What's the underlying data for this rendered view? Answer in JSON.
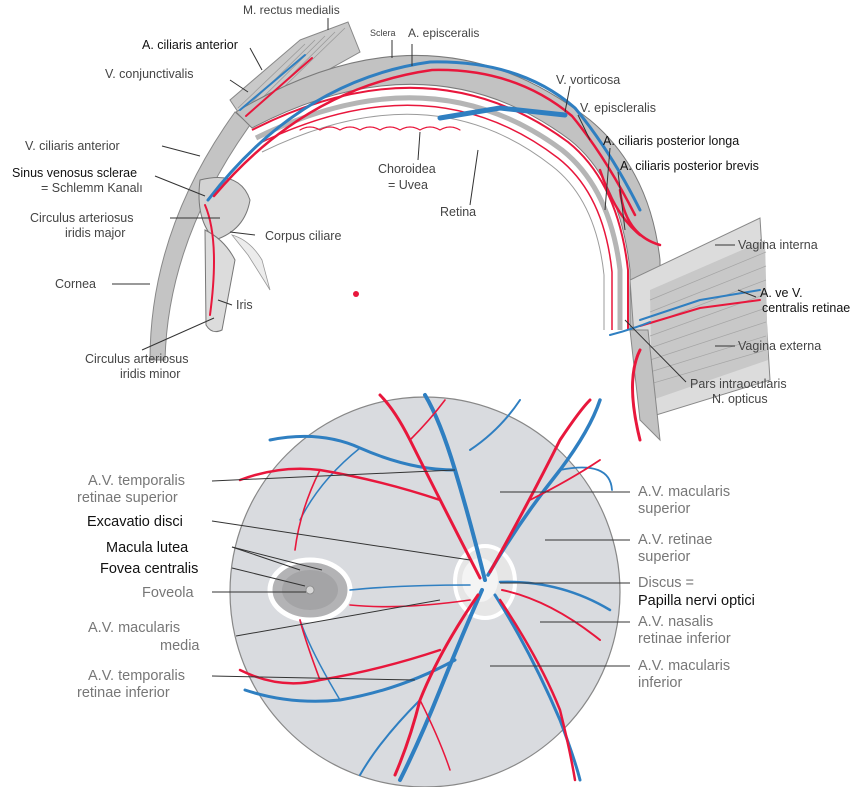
{
  "colors": {
    "artery": "#e8173c",
    "vein": "#2f7fc1",
    "sclera": "#bdbdbd",
    "fundus": "#d9dbdf",
    "leader": "#333333"
  },
  "section": {
    "labels": {
      "rectus": "M. rectus medialis",
      "sclera": "Sclera",
      "episceralis": "A. episceralis",
      "ciliaris_anterior_a": "A. ciliaris anterior",
      "conjunctivalis": "V. conjunctivalis",
      "vorticosa": "V. vorticosa",
      "episcleralis_v": "V. episcleralis",
      "ciliaris_post_longa": "A. ciliaris posterior longa",
      "ciliaris_post_brevis": "A. ciliaris posterior brevis",
      "ciliaris_anterior_v": "V. ciliaris anterior",
      "sinus_1": "Sinus venosus sclerae",
      "sinus_2": "= Schlemm Kanalı",
      "choroidea_1": "Choroidea",
      "choroidea_2": "= Uvea",
      "retina": "Retina",
      "circulus_major_1": "Circulus arteriosus",
      "circulus_major_2": "iridis major",
      "corpus_ciliare": "Corpus ciliare",
      "cornea": "Cornea",
      "iris": "Iris",
      "circulus_minor_1": "Circulus arteriosus",
      "circulus_minor_2": "iridis minor",
      "vagina_interna": "Vagina interna",
      "centralis_1": "A. ve V.",
      "centralis_2": "centralis retinae",
      "vagina_externa": "Vagina externa",
      "pars_1": "Pars intraocularis",
      "pars_2": "N. opticus"
    }
  },
  "fundus": {
    "labels": {
      "temp_sup_1": "A.V. temporalis",
      "temp_sup_2": "retinae superior",
      "excavatio": "Excavatio disci",
      "macula": "Macula lutea",
      "fovea": "Fovea centralis",
      "foveola": "Foveola",
      "mac_media_1": "A.V. macularis",
      "mac_media_2": "media",
      "temp_inf_1": "A.V. temporalis",
      "temp_inf_2": "retinae inferior",
      "mac_sup_1": "A.V. macularis",
      "mac_sup_2": "superior",
      "ret_sup_1": "A.V. retinae",
      "ret_sup_2": "superior",
      "discus_1": "Discus =",
      "discus_2": "Papilla nervi optici",
      "nasal_inf_1": "A.V. nasalis",
      "nasal_inf_2": "retinae inferior",
      "mac_inf_1": "A.V. macularis",
      "mac_inf_2": "inferior"
    }
  }
}
